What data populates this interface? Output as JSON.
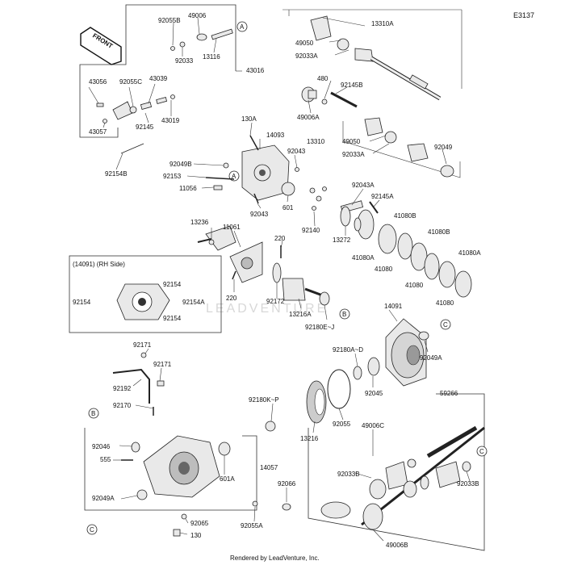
{
  "diagram_code": "E3137",
  "front_label": "FRONT",
  "watermark": "LEADVENTURE",
  "footer": "Rendered by LeadVenture, Inc.",
  "callouts": {
    "A": "A",
    "B": "B",
    "C": "C"
  },
  "inset_title": "(14091) (RH Side)",
  "parts": {
    "p13310A": "13310A",
    "p49050a": "49050",
    "p92033Aa": "92033A",
    "p480": "480",
    "p92145B": "92145B",
    "p49006A": "49006A",
    "p13310": "13310",
    "p49050b": "49050",
    "p92033Ab": "92033A",
    "p92049": "92049",
    "p92055B": "92055B",
    "p49006": "49006",
    "p92033": "92033",
    "p13116": "13116",
    "p43016": "43016",
    "p43056": "43056",
    "p92055C": "92055C",
    "p43039": "43039",
    "p43057": "43057",
    "p92145": "92145",
    "p43019": "43019",
    "p92154B": "92154B",
    "p130A": "130A",
    "p14093": "14093",
    "p92049B": "92049B",
    "p92043a": "92043",
    "p92153": "92153",
    "p11056": "11056",
    "p92043b": "92043",
    "p601": "601",
    "p92043A": "92043A",
    "p92145A": "92145A",
    "p92140": "92140",
    "p13272": "13272",
    "p41080B1": "41080B",
    "p41080A1": "41080A",
    "p41080a": "41080",
    "p41080B2": "41080B",
    "p41080b": "41080",
    "p41080A2": "41080A",
    "p41080c": "41080",
    "p13236": "13236",
    "p11061": "11061",
    "p220a": "220",
    "p220b": "220",
    "p92172": "92172",
    "p13216A": "13216A",
    "p92180EJ": "92180E~J",
    "p92154a": "92154",
    "p92154b": "92154",
    "p92154A": "92154A",
    "p92154c": "92154",
    "p14091": "14091",
    "p92049A": "92049A",
    "p92180AD": "92180A~D",
    "p92045": "92045",
    "p92171a": "92171",
    "p92171b": "92171",
    "p92192": "92192",
    "p92170": "92170",
    "p92180KP": "92180K~P",
    "p92055": "92055",
    "p13216": "13216",
    "p59266": "59266",
    "p92046": "92046",
    "p555": "555",
    "p601A": "601A",
    "p14057": "14057",
    "p92066": "92066",
    "p92049A2": "92049A",
    "p92065": "92065",
    "p92055A": "92055A",
    "p130": "130",
    "p49006C": "49006C",
    "p92033Ba": "92033B",
    "p92033Bb": "92033B",
    "p49006B": "49006B"
  }
}
